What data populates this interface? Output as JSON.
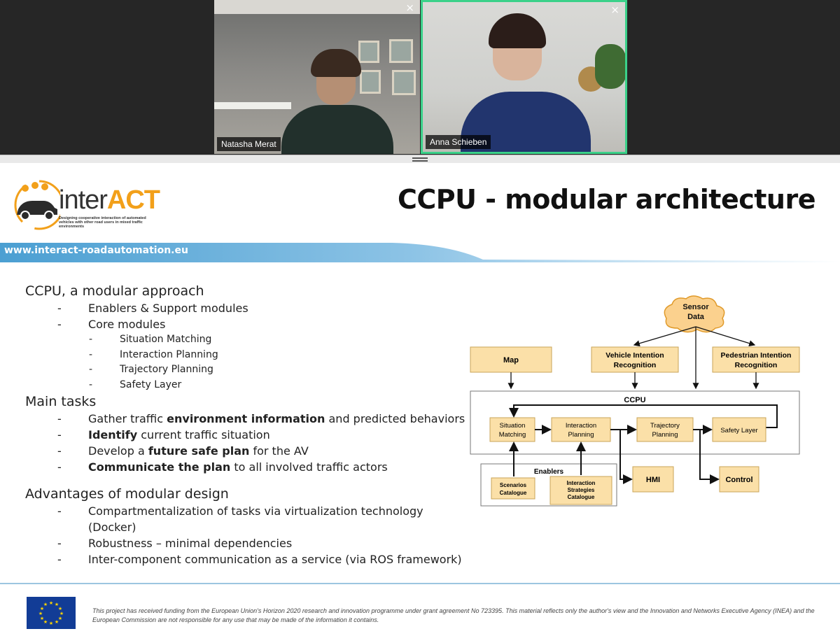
{
  "participants": [
    {
      "name": "Natasha Merat",
      "close": "×"
    },
    {
      "name": "Anna Schieben",
      "close": "×"
    }
  ],
  "logo": {
    "word_plain": "inter",
    "word_bold": "ACT",
    "tagline": "Designing cooperative interaction of automated vehicles with other road users in mixed traffic environments"
  },
  "slide": {
    "title": "CCPU - modular architecture",
    "url": "www.interact-roadautomation.eu",
    "sections": {
      "approach": {
        "heading": "CCPU, a modular approach",
        "item_enablers": "Enablers & Support modules",
        "item_core": "Core modules",
        "core_items": [
          "Situation Matching",
          "Interaction Planning",
          "Trajectory Planning",
          "Safety Layer"
        ]
      },
      "tasks": {
        "heading": "Main tasks",
        "t1_a": "Gather traffic ",
        "t1_b": "environment information",
        "t1_c": " and predicted behaviors",
        "t2_a": "Identify",
        "t2_b": " current traffic situation",
        "t3_a": "Develop a ",
        "t3_b": "future safe plan",
        "t3_c": " for the AV",
        "t4_a": "Communicate the plan",
        "t4_b": " to all involved traffic actors"
      },
      "advantages": {
        "heading": "Advantages of modular design",
        "items": [
          "Compartmentalization of tasks via virtualization technology (Docker)",
          "Robustness – minimal dependencies",
          "Inter-component communication as a service (via ROS framework)"
        ]
      }
    },
    "diagram": {
      "sensor_1": "Sensor",
      "sensor_2": "Data",
      "map": "Map",
      "vir_1": "Vehicle Intention",
      "vir_2": "Recognition",
      "pir_1": "Pedestrian Intention",
      "pir_2": "Recognition",
      "ccpu": "CCPU",
      "sm_1": "Situation",
      "sm_2": "Matching",
      "ip_1": "Interaction",
      "ip_2": "Planning",
      "tp_1": "Trajectory",
      "tp_2": "Planning",
      "safety": "Safety Layer",
      "hmi": "HMI",
      "control": "Control",
      "enablers": "Enablers",
      "sc_1": "Scenarios",
      "sc_2": "Catalogue",
      "is_1": "Interaction",
      "is_2": "Strategies",
      "is_3": "Catalogue"
    },
    "footer": "This project has received funding from the European Union's Horizon 2020 research and innovation programme under grant agreement No 723395. This material reflects only the author's view and the Innovation and Networks Executive Agency (INEA) and the European Commission are not responsible for any use that may be made of the information it contains."
  },
  "colors": {
    "speaker_border": "#3bd18a",
    "accent_orange": "#f2a01a",
    "band_blue": "#4b9fd2",
    "box_fill": "#fbe0a8",
    "eu_blue": "#123c96"
  }
}
